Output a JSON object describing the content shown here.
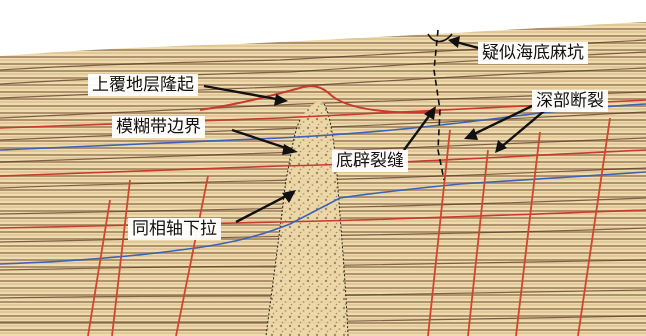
{
  "colors": {
    "background": "#f3e4bc",
    "seismic_dark": "#5a3a26",
    "seismic_light": "#d9b77a",
    "red_horizon": "#c83b2e",
    "blue_horizon": "#3d63b8",
    "fault": "#d2452f",
    "arrow": "#111111",
    "label_bg": "#ffffff"
  },
  "annotations": [
    {
      "key": "overburden_uplift",
      "text": "上覆地层隆起"
    },
    {
      "key": "blur_zone_boundary",
      "text": "模糊带边界"
    },
    {
      "key": "phase_axis_pulldown",
      "text": "同相轴下拉"
    },
    {
      "key": "basal_fracture",
      "text": "底辟裂缝"
    },
    {
      "key": "suspected_pockmark",
      "text": "疑似海底麻坑"
    },
    {
      "key": "deep_faults",
      "text": "深部断裂"
    }
  ]
}
